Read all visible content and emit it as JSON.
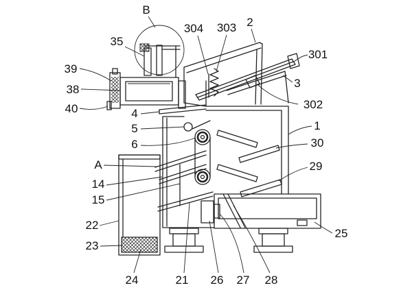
{
  "labels": [
    "B",
    "304",
    "303",
    "2",
    "35",
    "301",
    "39",
    "3",
    "38",
    "302",
    "40",
    "4",
    "1",
    "5",
    "30",
    "6",
    "A",
    "29",
    "14",
    "15",
    "22",
    "25",
    "23",
    "24",
    "21",
    "26",
    "27",
    "28"
  ],
  "colors": {
    "line": "#222222",
    "background": "#ffffff"
  }
}
